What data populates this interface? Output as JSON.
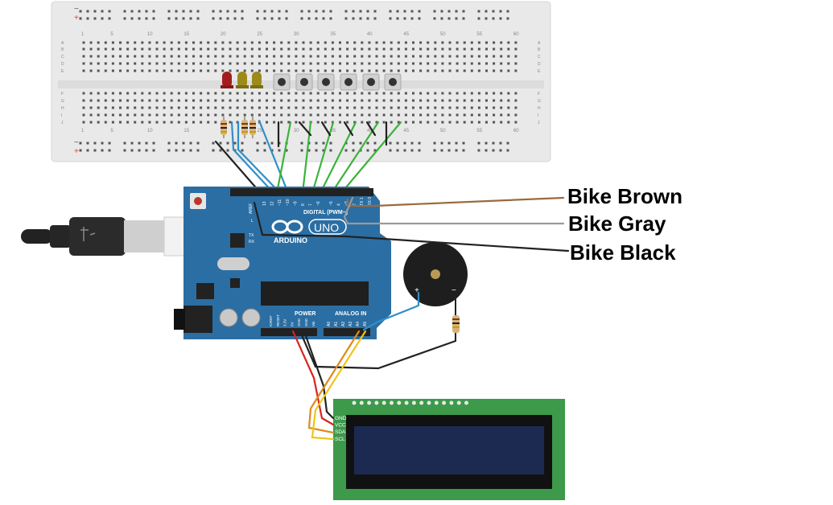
{
  "breadboard": {
    "columns": [
      "1",
      "5",
      "10",
      "15",
      "20",
      "25",
      "30",
      "35",
      "40",
      "45",
      "50",
      "55",
      "60"
    ],
    "rows_top": [
      "A",
      "B",
      "C",
      "D",
      "E"
    ],
    "rows_bottom": [
      "F",
      "G",
      "H",
      "I",
      "J"
    ],
    "rail_plus": "+",
    "rail_minus": "−"
  },
  "arduino": {
    "brand": "ARDUINO",
    "model": "UNO",
    "digital_label": "DIGITAL (PWM~)",
    "power_label": "POWER",
    "analog_label": "ANALOG IN",
    "aref": "AREF",
    "tx": "TX",
    "rx": "RX",
    "l": "L",
    "digital_pins": [
      "13",
      "12",
      "~11",
      "~10",
      "~9",
      "8",
      "7",
      "~6",
      "~5",
      "4",
      "~3",
      "2",
      "TX 1",
      "RX 0"
    ],
    "power_pins": [
      "IOREF",
      "RESET",
      "3.3V",
      "5V",
      "GND",
      "GND",
      "Vin"
    ],
    "analog_pins": [
      "A0",
      "A1",
      "A2",
      "A3",
      "A4",
      "A5"
    ]
  },
  "buzzer": {
    "plus": "+",
    "minus": "−"
  },
  "lcd": {
    "pins": [
      "GND",
      "VCC",
      "SDA",
      "SCL"
    ]
  },
  "external_labels": {
    "brown": "Bike Brown",
    "gray": "Bike Gray",
    "black": "Bike Black"
  },
  "colors": {
    "wire_brown": "#9a6a3c",
    "wire_gray": "#9a9a9a",
    "wire_black": "#222222",
    "wire_green": "#3bb33b",
    "wire_blue": "#2f8fc9",
    "wire_red": "#d9231f",
    "wire_orange": "#e08a1c",
    "wire_yellow": "#f0c419",
    "arduino_blue": "#2b6ea3",
    "lcd_green": "#3c9a4a",
    "lcd_screen": "#1c2a52"
  }
}
